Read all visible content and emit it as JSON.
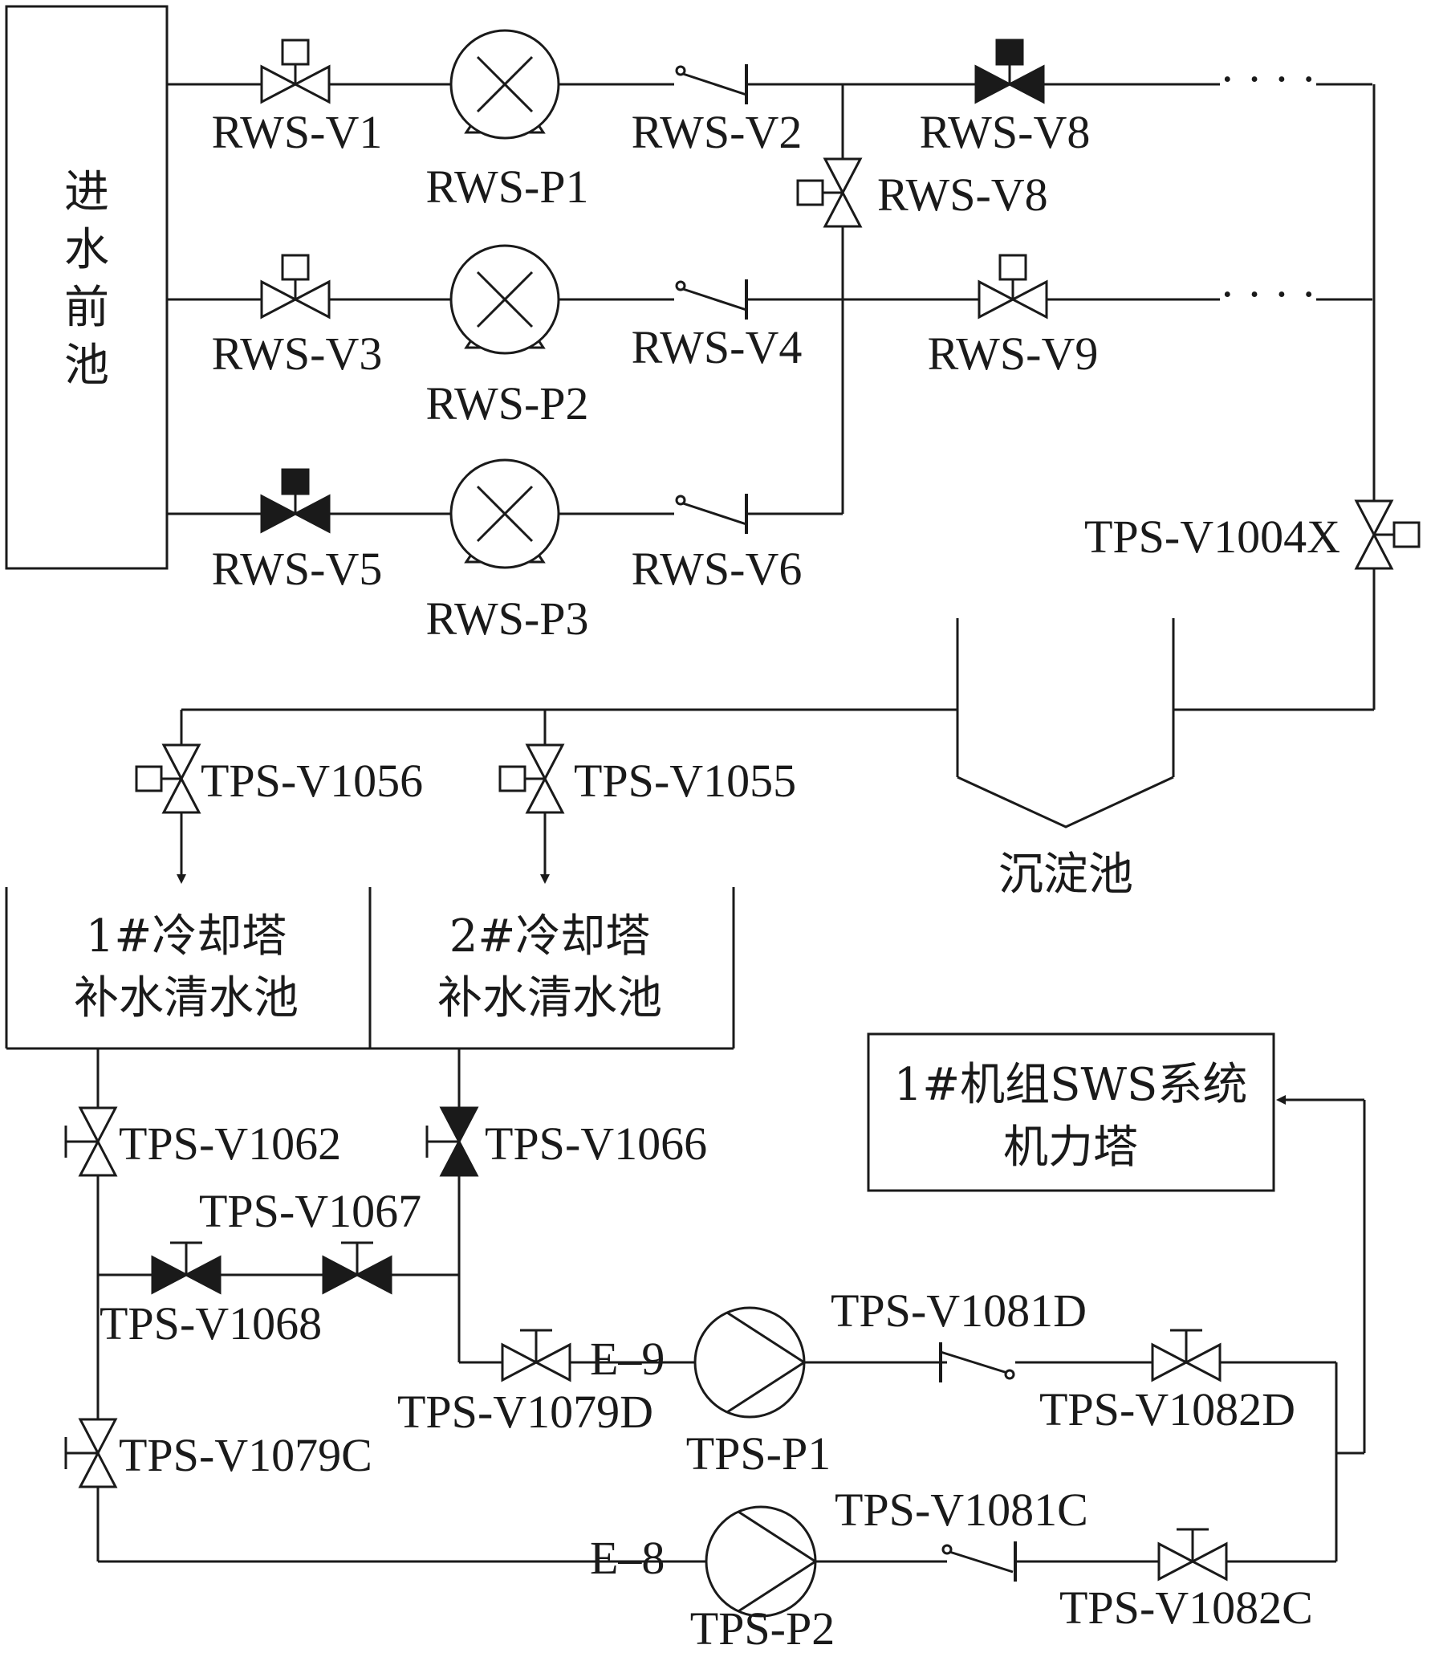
{
  "labels": {
    "intake_pool": [
      "进",
      "水",
      "前",
      "池"
    ],
    "sedimentation_pool": "沉淀池",
    "tower1_pool": [
      "1#冷却塔",
      "补水清水池"
    ],
    "tower2_pool": [
      "2#冷却塔",
      "补水清水池"
    ],
    "sws_tower": [
      "1#机组SWS系统",
      "机力塔"
    ]
  },
  "valves": {
    "rws_v1": "RWS-V1",
    "rws_v2": "RWS-V2",
    "rws_v3": "RWS-V3",
    "rws_v4": "RWS-V4",
    "rws_v5": "RWS-V5",
    "rws_v6": "RWS-V6",
    "rws_v8_top": "RWS-V8",
    "rws_v8_vertical": "RWS-V8",
    "rws_v9": "RWS-V9",
    "tps_v1004x": "TPS-V1004X",
    "tps_v1056": "TPS-V1056",
    "tps_v1055": "TPS-V1055",
    "tps_v1062": "TPS-V1062",
    "tps_v1066": "TPS-V1066",
    "tps_v1067": "TPS-V1067",
    "tps_v1068": "TPS-V1068",
    "tps_v1079d": "TPS-V1079D",
    "tps_v1079c": "TPS-V1079C",
    "tps_v1081d": "TPS-V1081D",
    "tps_v1082d": "TPS-V1082D",
    "tps_v1081c": "TPS-V1081C",
    "tps_v1082c": "TPS-V1082C"
  },
  "pumps": {
    "rws_p1": "RWS-P1",
    "rws_p2": "RWS-P2",
    "rws_p3": "RWS-P3",
    "tps_p1": "TPS-P1",
    "tps_p2": "TPS-P2"
  },
  "tags": {
    "e9": "E–9",
    "e8": "E–8"
  },
  "dots": "· · · ·"
}
